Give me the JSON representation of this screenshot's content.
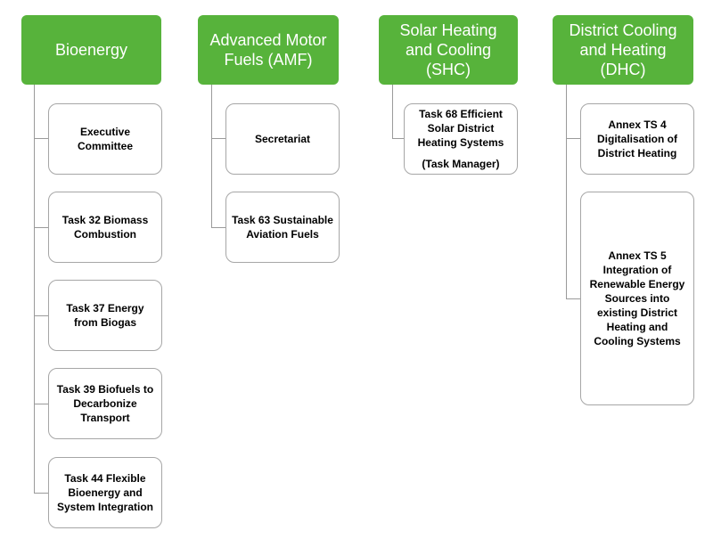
{
  "columns": [
    {
      "title": "Bioenergy",
      "items": [
        {
          "text": "Executive\nCommittee"
        },
        {
          "text": "Task 32 Biomass\nCombustion"
        },
        {
          "text": "Task 37 Energy\nfrom Biogas"
        },
        {
          "text": "Task 39 Biofuels to\nDecarbonize\nTransport"
        },
        {
          "text": "Task 44 Flexible\nBioenergy and\nSystem Integration"
        }
      ]
    },
    {
      "title": "Advanced Motor\nFuels (AMF)",
      "items": [
        {
          "text": "Secretariat"
        },
        {
          "text": "Task 63 Sustainable\nAviation Fuels"
        }
      ]
    },
    {
      "title": "Solar Heating\nand Cooling\n(SHC)",
      "items": [
        {
          "text": "Task 68 Efficient\nSolar District\nHeating Systems",
          "sub": "(Task Manager)"
        }
      ]
    },
    {
      "title": "District Cooling\nand Heating\n(DHC)",
      "items": [
        {
          "text": "Annex TS 4\nDigitalisation of\nDistrict Heating"
        },
        {
          "text": "Annex TS 5\nIntegration of\nRenewable Energy\nSources into\nexisting District\nHeating and\nCooling Systems"
        }
      ]
    }
  ]
}
